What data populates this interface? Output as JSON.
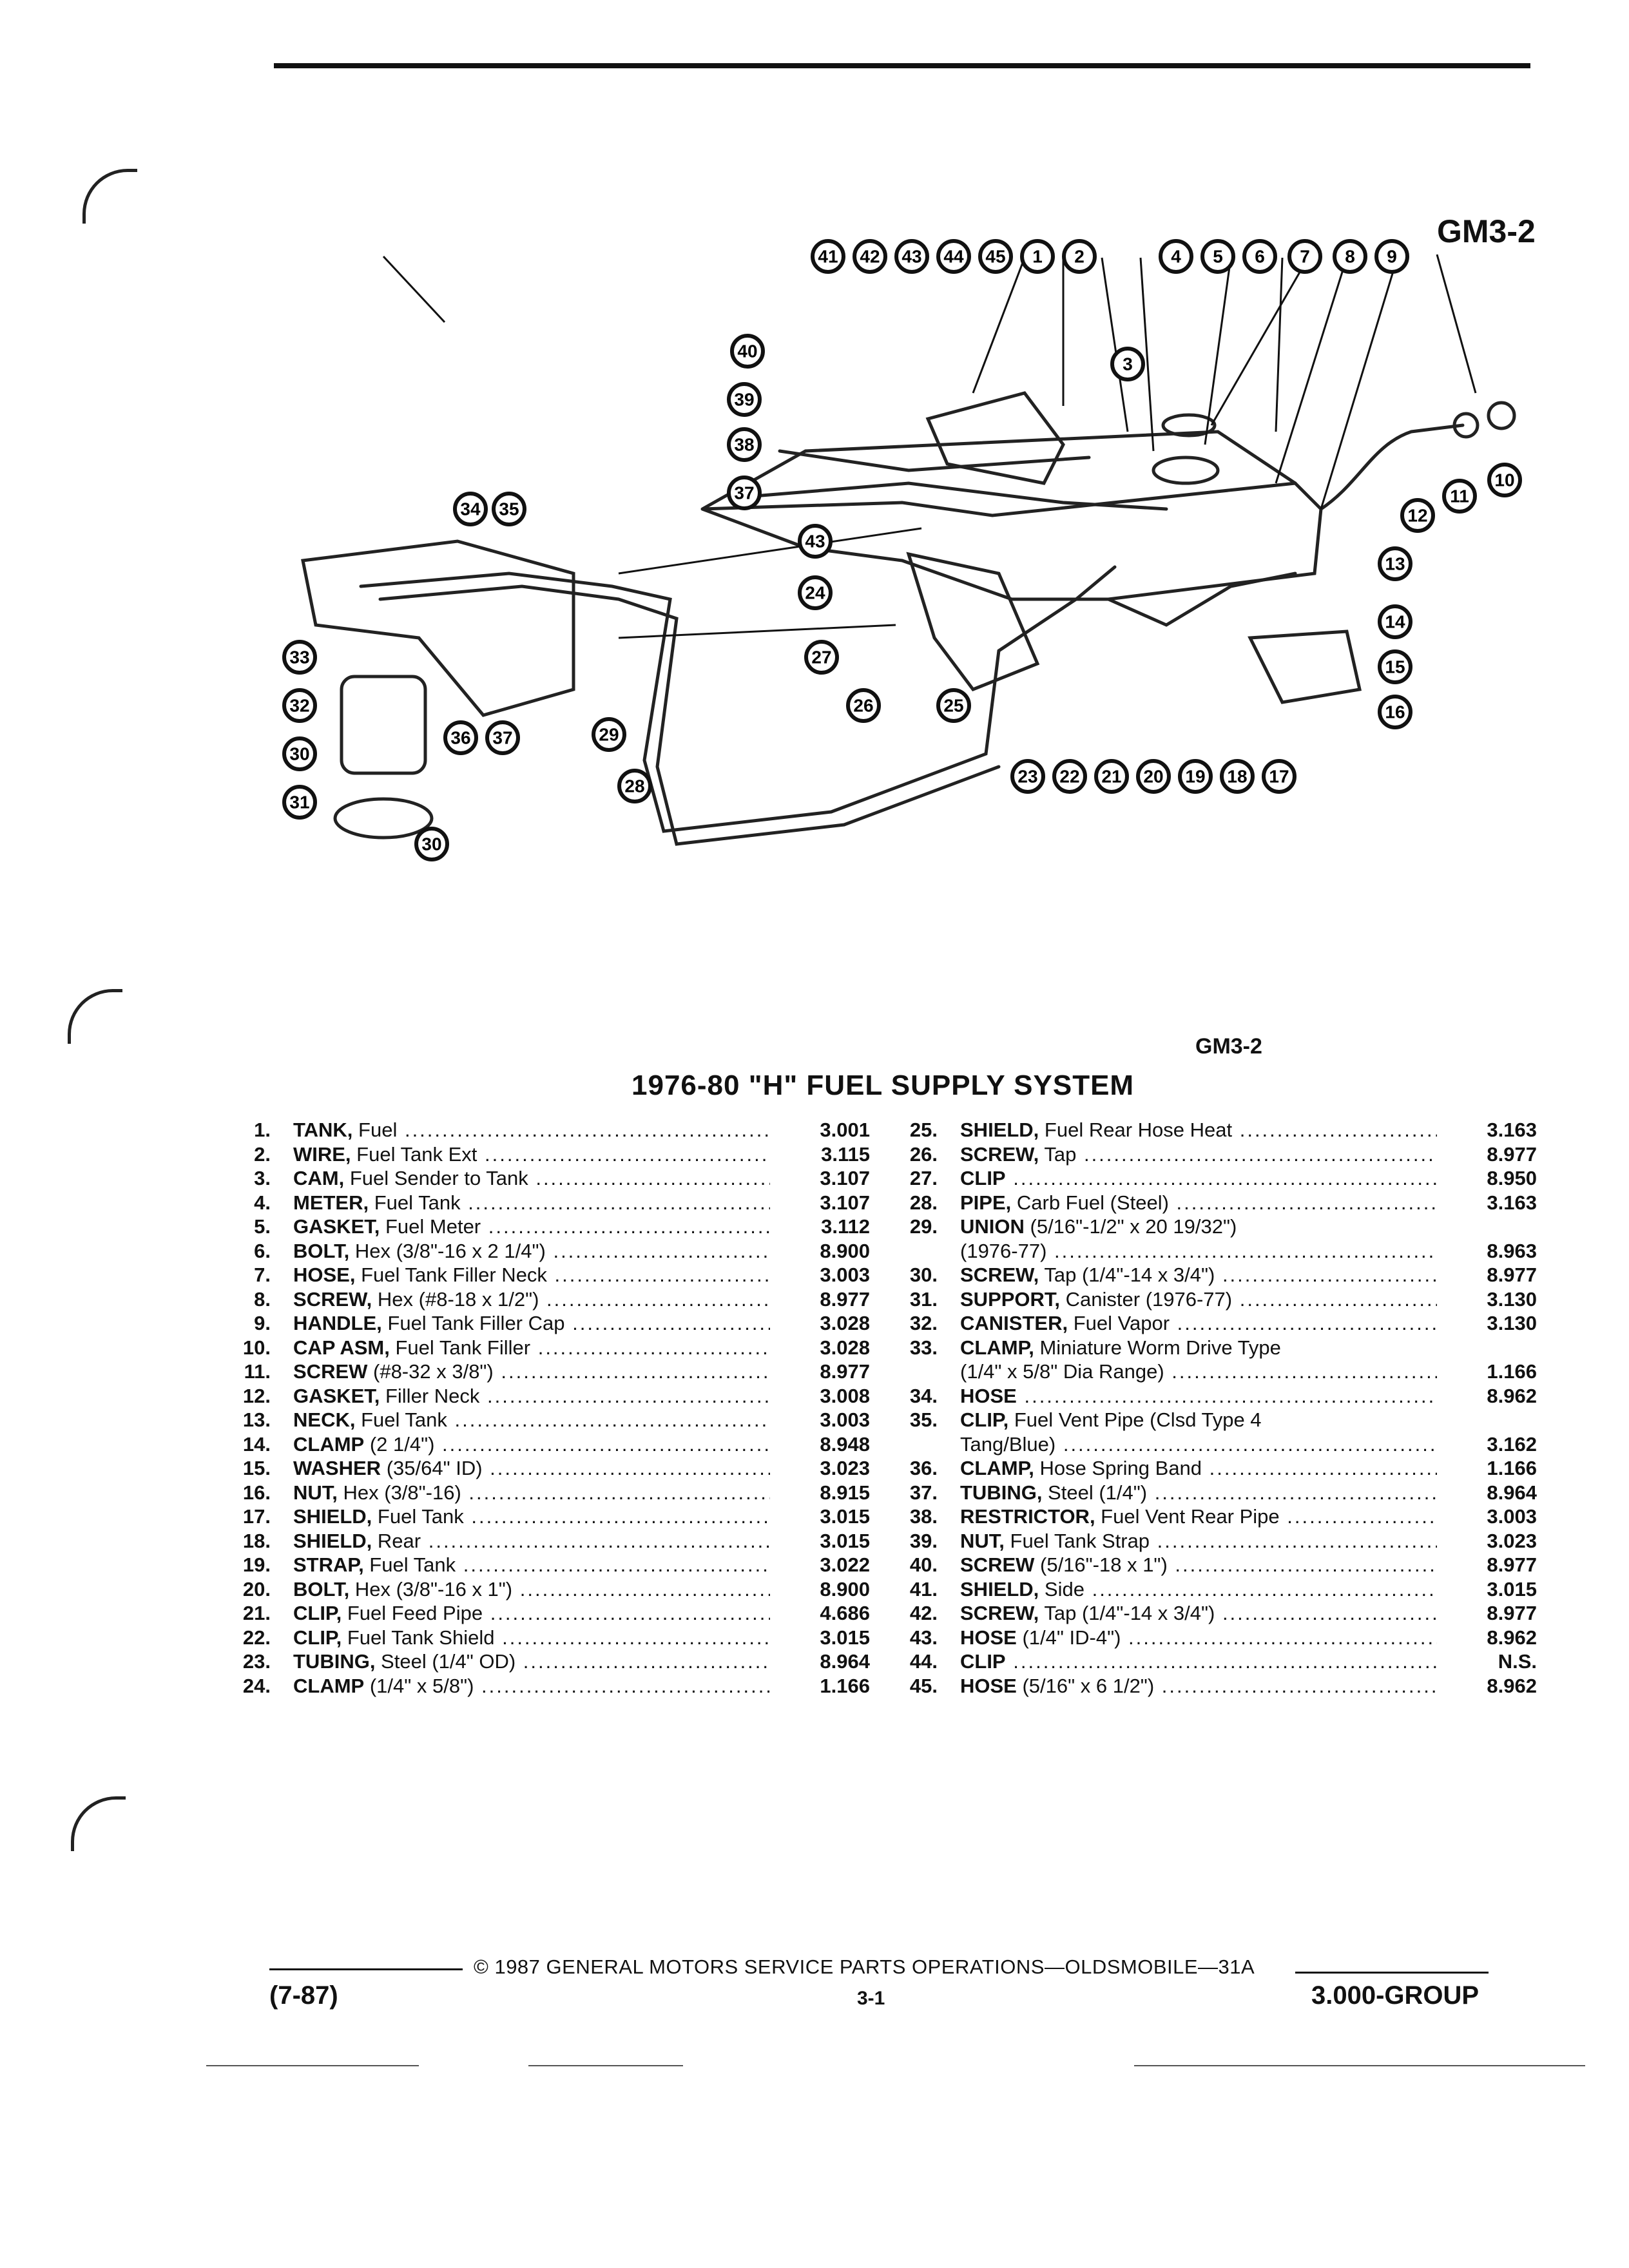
{
  "figure_code": "GM3-2",
  "figure_code_caption": "GM3-2",
  "title": "1976-80 \"H\" FUEL SUPPLY SYSTEM",
  "callouts": [
    "41",
    "42",
    "43",
    "44",
    "45",
    "1",
    "2",
    "4",
    "5",
    "6",
    "7",
    "8",
    "9",
    "3",
    "40",
    "39",
    "38",
    "37",
    "34",
    "35",
    "43",
    "24",
    "27",
    "26",
    "25",
    "33",
    "32",
    "30",
    "31",
    "30",
    "36",
    "37",
    "29",
    "28",
    "23",
    "22",
    "21",
    "20",
    "19",
    "18",
    "17",
    "16",
    "15",
    "14",
    "13",
    "12",
    "11",
    "10"
  ],
  "parts_left": [
    {
      "num": "1.",
      "name": "TANK,",
      "desc": "Fuel",
      "code": "3.001"
    },
    {
      "num": "2.",
      "name": "WIRE,",
      "desc": "Fuel Tank Ext",
      "code": "3.115"
    },
    {
      "num": "3.",
      "name": "CAM,",
      "desc": "Fuel Sender to Tank",
      "code": "3.107"
    },
    {
      "num": "4.",
      "name": "METER,",
      "desc": "Fuel Tank",
      "code": "3.107"
    },
    {
      "num": "5.",
      "name": "GASKET,",
      "desc": "Fuel Meter",
      "code": "3.112"
    },
    {
      "num": "6.",
      "name": "BOLT,",
      "desc": "Hex (3/8\"-16 x 2 1/4\")",
      "code": "8.900"
    },
    {
      "num": "7.",
      "name": "HOSE,",
      "desc": "Fuel Tank Filler Neck",
      "code": "3.003"
    },
    {
      "num": "8.",
      "name": "SCREW,",
      "desc": "Hex (#8-18 x 1/2\")",
      "code": "8.977"
    },
    {
      "num": "9.",
      "name": "HANDLE,",
      "desc": "Fuel Tank Filler Cap",
      "code": "3.028"
    },
    {
      "num": "10.",
      "name": "CAP ASM,",
      "desc": "Fuel Tank Filler",
      "code": "3.028"
    },
    {
      "num": "11.",
      "name": "SCREW",
      "desc": "(#8-32 x 3/8\")",
      "code": "8.977"
    },
    {
      "num": "12.",
      "name": "GASKET,",
      "desc": "Filler Neck",
      "code": "3.008"
    },
    {
      "num": "13.",
      "name": "NECK,",
      "desc": "Fuel Tank",
      "code": "3.003"
    },
    {
      "num": "14.",
      "name": "CLAMP",
      "desc": "(2 1/4\")",
      "code": "8.948"
    },
    {
      "num": "15.",
      "name": "WASHER",
      "desc": "(35/64\" ID)",
      "code": "3.023"
    },
    {
      "num": "16.",
      "name": "NUT,",
      "desc": "Hex (3/8\"-16)",
      "code": "8.915"
    },
    {
      "num": "17.",
      "name": "SHIELD,",
      "desc": "Fuel Tank",
      "code": "3.015"
    },
    {
      "num": "18.",
      "name": "SHIELD,",
      "desc": "Rear",
      "code": "3.015"
    },
    {
      "num": "19.",
      "name": "STRAP,",
      "desc": "Fuel Tank",
      "code": "3.022"
    },
    {
      "num": "20.",
      "name": "BOLT,",
      "desc": "Hex (3/8\"-16 x 1\")",
      "code": "8.900"
    },
    {
      "num": "21.",
      "name": "CLIP,",
      "desc": "Fuel Feed Pipe",
      "code": "4.686"
    },
    {
      "num": "22.",
      "name": "CLIP,",
      "desc": "Fuel Tank Shield",
      "code": "3.015"
    },
    {
      "num": "23.",
      "name": "TUBING,",
      "desc": "Steel (1/4\" OD)",
      "code": "8.964"
    },
    {
      "num": "24.",
      "name": "CLAMP",
      "desc": "(1/4\" x 5/8\")",
      "code": "1.166"
    }
  ],
  "parts_right": [
    {
      "num": "25.",
      "name": "SHIELD,",
      "desc": "Fuel Rear Hose Heat",
      "code": "3.163"
    },
    {
      "num": "26.",
      "name": "SCREW,",
      "desc": "Tap",
      "code": "8.977"
    },
    {
      "num": "27.",
      "name": "CLIP",
      "desc": "",
      "code": "8.950"
    },
    {
      "num": "28.",
      "name": "PIPE,",
      "desc": "Carb Fuel (Steel)",
      "code": "3.163"
    },
    {
      "num": "29.",
      "name": "UNION",
      "desc": "(5/16\"-1/2\" x 20 19/32\")",
      "code": ""
    },
    {
      "num": "",
      "name": "",
      "desc": "(1976-77)",
      "code": "8.963"
    },
    {
      "num": "30.",
      "name": "SCREW,",
      "desc": "Tap (1/4\"-14 x 3/4\")",
      "code": "8.977"
    },
    {
      "num": "31.",
      "name": "SUPPORT,",
      "desc": "Canister (1976-77)",
      "code": "3.130"
    },
    {
      "num": "32.",
      "name": "CANISTER,",
      "desc": "Fuel Vapor",
      "code": "3.130"
    },
    {
      "num": "33.",
      "name": "CLAMP,",
      "desc": "Miniature Worm Drive Type",
      "code": ""
    },
    {
      "num": "",
      "name": "",
      "desc": "(1/4\" x 5/8\" Dia Range)",
      "code": "1.166"
    },
    {
      "num": "34.",
      "name": "HOSE",
      "desc": "",
      "code": "8.962"
    },
    {
      "num": "35.",
      "name": "CLIP,",
      "desc": "Fuel Vent Pipe (Clsd Type 4",
      "code": ""
    },
    {
      "num": "",
      "name": "",
      "desc": "Tang/Blue)",
      "code": "3.162"
    },
    {
      "num": "36.",
      "name": "CLAMP,",
      "desc": "Hose Spring Band",
      "code": "1.166"
    },
    {
      "num": "37.",
      "name": "TUBING,",
      "desc": "Steel (1/4\")",
      "code": "8.964"
    },
    {
      "num": "38.",
      "name": "RESTRICTOR,",
      "desc": "Fuel Vent Rear Pipe",
      "code": "3.003"
    },
    {
      "num": "39.",
      "name": "NUT,",
      "desc": "Fuel Tank Strap",
      "code": "3.023"
    },
    {
      "num": "40.",
      "name": "SCREW",
      "desc": "(5/16\"-18 x 1\")",
      "code": "8.977"
    },
    {
      "num": "41.",
      "name": "SHIELD,",
      "desc": "Side",
      "code": "3.015"
    },
    {
      "num": "42.",
      "name": "SCREW,",
      "desc": "Tap (1/4\"-14 x 3/4\")",
      "code": "8.977"
    },
    {
      "num": "43.",
      "name": "HOSE",
      "desc": "(1/4\" ID-4\")",
      "code": "8.962"
    },
    {
      "num": "44.",
      "name": "CLIP",
      "desc": "",
      "code": "N.S."
    },
    {
      "num": "45.",
      "name": "HOSE",
      "desc": "(5/16\" x 6 1/2\")",
      "code": "8.962"
    }
  ],
  "footer": {
    "copyright": "© 1987 GENERAL MOTORS SERVICE PARTS OPERATIONS—OLDSMOBILE—31A",
    "date": "(7-87)",
    "page": "3-1",
    "group": "3.000-GROUP"
  }
}
